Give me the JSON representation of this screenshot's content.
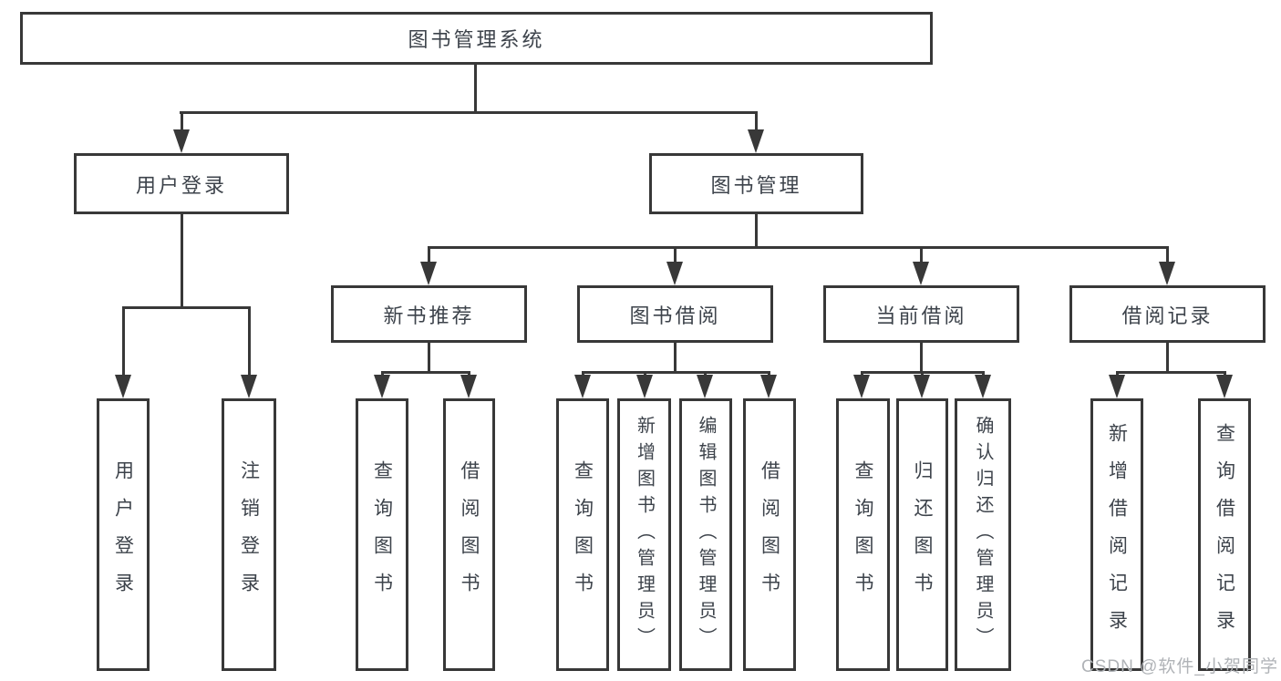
{
  "tree": {
    "label": "图书管理系统",
    "children": [
      {
        "label": "用户登录",
        "children": [
          {
            "label": "用户登录"
          },
          {
            "label": "注销登录"
          }
        ]
      },
      {
        "label": "图书管理",
        "children": [
          {
            "label": "新书推荐",
            "children": [
              {
                "label": "查询图书"
              },
              {
                "label": "借阅图书"
              }
            ]
          },
          {
            "label": "图书借阅",
            "children": [
              {
                "label": "查询图书"
              },
              {
                "label": "新增图书（管理员）"
              },
              {
                "label": "编辑图书（管理员）"
              },
              {
                "label": "借阅图书"
              }
            ]
          },
          {
            "label": "当前借阅",
            "children": [
              {
                "label": "查询图书"
              },
              {
                "label": "归还图书"
              },
              {
                "label": "确认归还（管理员）"
              }
            ]
          },
          {
            "label": "借阅记录",
            "children": [
              {
                "label": "新增借阅记录"
              },
              {
                "label": "查询借阅记录"
              }
            ]
          }
        ]
      }
    ]
  },
  "watermark": "CSDN @软件_小贺同学",
  "colors": {
    "line": "#383838",
    "text": "#3d434b",
    "background": "#ffffff",
    "watermark": "#b0b3b7"
  }
}
